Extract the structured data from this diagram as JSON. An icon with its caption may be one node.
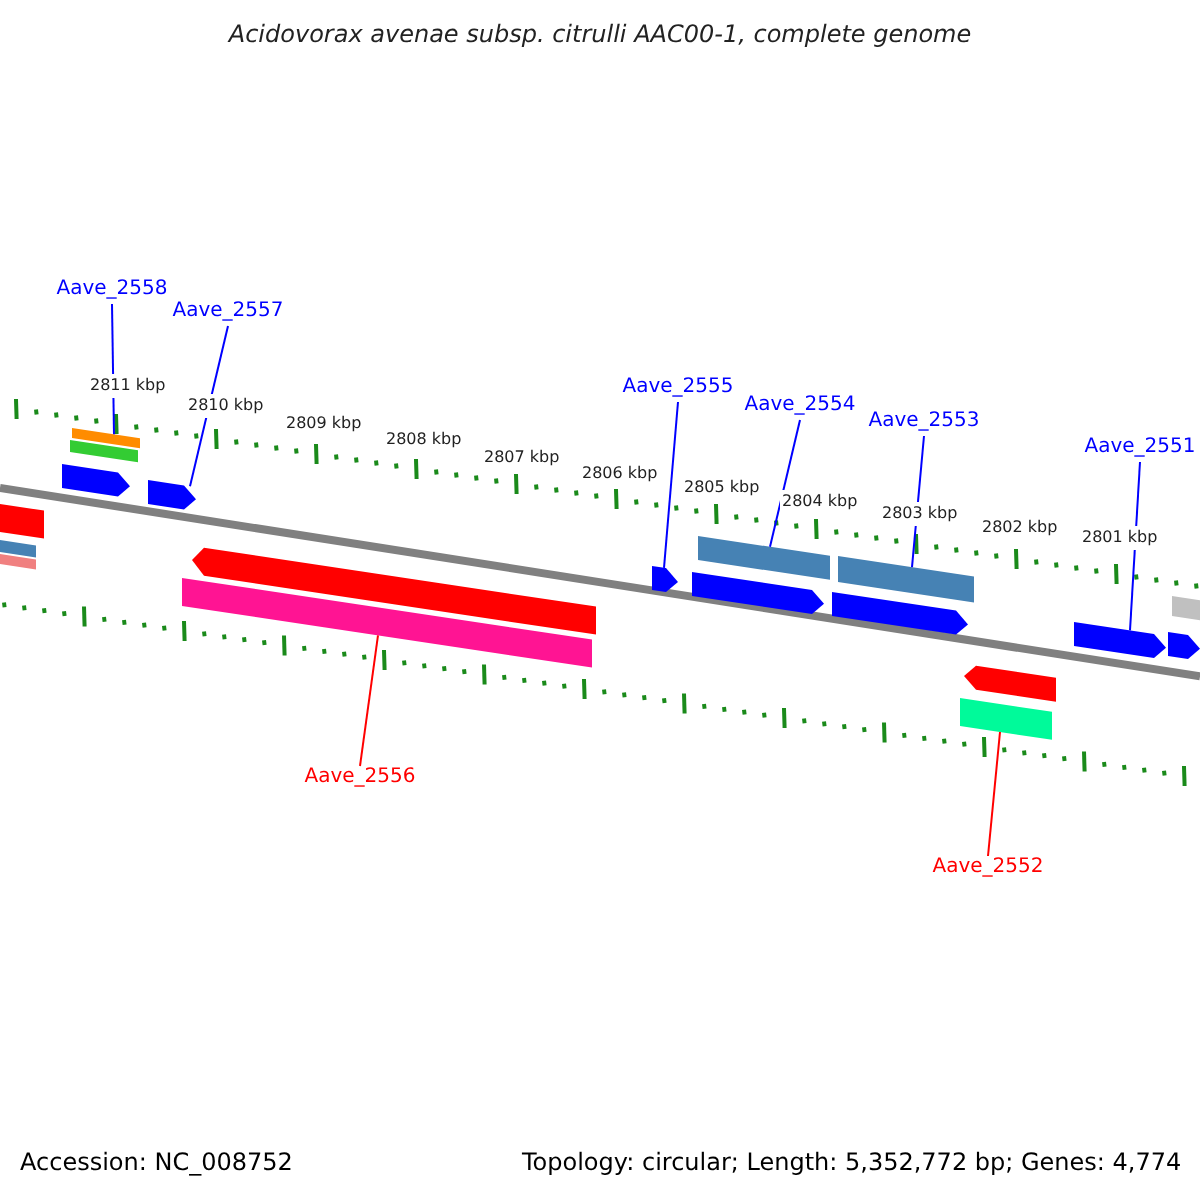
{
  "diagram": {
    "title": "Acidovorax avenae subsp. citrulli AAC00-1, complete genome",
    "nodes": [
      {
        "text": [
          "Aave_2558"
        ]
      },
      {
        "text": [
          "Aave_2557"
        ]
      },
      {
        "text": [
          "Aave_2555"
        ]
      },
      {
        "text": [
          "Aave_2554"
        ]
      },
      {
        "text": [
          "Aave_2553"
        ]
      },
      {
        "text": [
          "Aave_2551"
        ]
      },
      {
        "text": [
          "Aave_2556"
        ]
      },
      {
        "text": [
          "Aave_2552"
        ]
      },
      {
        "text": [],
        "shape": "bar"
      },
      {
        "text": [],
        "shape": "bar"
      },
      {
        "text": [],
        "shape": "bar"
      },
      {
        "text": [],
        "shape": "bar"
      },
      {
        "text": [],
        "shape": "bar"
      },
      {
        "text": [],
        "shape": "bar"
      },
      {
        "text": [],
        "shape": "bar"
      },
      {
        "text": [],
        "shape": "bar"
      },
      {
        "text": [],
        "shape": "bar"
      }
    ],
    "edges": [
      {
        "from": 0,
        "to": 8,
        "arrow": "none"
      },
      {
        "from": 1,
        "to": 9,
        "arrow": "none"
      },
      {
        "from": 2,
        "to": 10,
        "arrow": "none"
      },
      {
        "from": 3,
        "to": 11,
        "arrow": "none"
      },
      {
        "from": 4,
        "to": 12,
        "arrow": "none"
      },
      {
        "from": 5,
        "to": 13,
        "arrow": "none"
      },
      {
        "from": 6,
        "to": 14,
        "arrow": "none",
        "color": "#ff0000"
      },
      {
        "from": 7,
        "to": 15,
        "arrow": "none",
        "color": "#ff0000"
      }
    ],
    "labels": [
      "2811 kbp",
      "2810 kbp",
      "2809 kbp",
      "2808 kbp",
      "2807 kbp",
      "2806 kbp",
      "2805 kbp",
      "2804 kbp",
      "2803 kbp",
      "2802 kbp",
      "2801 kbp",
      "Accession: NC_008752",
      "Topology: circular; Length: 5,352,772 bp; Genes: 4,774"
    ]
  }
}
